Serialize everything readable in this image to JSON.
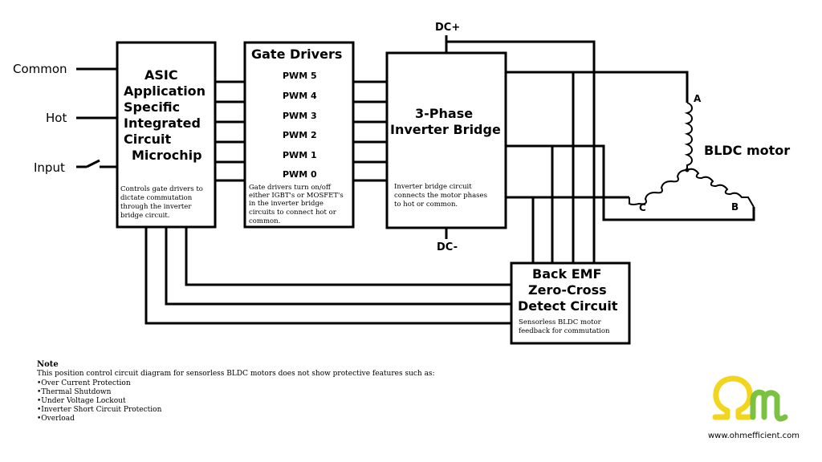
{
  "inputs": {
    "common": "Common",
    "hot": "Hot",
    "input": "Input"
  },
  "asic": {
    "title_lines": [
      "ASIC",
      "Application",
      "Specific",
      "Integrated",
      "Circuit",
      "Microchip"
    ],
    "desc_lines": [
      "Controls gate drivers to",
      "dictate commutation",
      "through the inverter",
      "bridge circuit."
    ]
  },
  "gate_drivers": {
    "title": "Gate Drivers",
    "pwm": [
      "PWM 5",
      "PWM 4",
      "PWM 3",
      "PWM 2",
      "PWM 1",
      "PWM 0"
    ],
    "desc_lines": [
      "Gate drivers turn on/off",
      "either IGBT's or MOSFET's",
      "in the inverter bridge",
      "circuits to connect hot or",
      "common."
    ]
  },
  "inverter": {
    "title_lines": [
      "3-Phase",
      "Inverter Bridge"
    ],
    "desc_lines": [
      "Inverter bridge circuit",
      "connects the motor phases",
      "to hot or common."
    ],
    "dc_plus": "DC+",
    "dc_minus": "DC-"
  },
  "motor": {
    "label": "BLDC motor",
    "phase_a": "A",
    "phase_b": "B",
    "phase_c": "C"
  },
  "bemf": {
    "title_lines": [
      "Back EMF",
      "Zero-Cross",
      "Detect Circuit"
    ],
    "desc_lines": [
      "Sensorless BLDC motor",
      "feedback for commutation"
    ]
  },
  "note": {
    "title": "Note",
    "intro": "This position control circuit diagram for sensorless BLDC motors does not show protective features such as:",
    "items": [
      "•Over Current Protection",
      "•Thermal Shutdown",
      "•Under Voltage Lockout",
      "•Inverter Short Circuit Protection",
      "•Overload"
    ]
  },
  "logo": {
    "url": "www.ohmefficient.com",
    "colors": {
      "omega": "#f2d51c",
      "m": "#7cc242"
    }
  }
}
